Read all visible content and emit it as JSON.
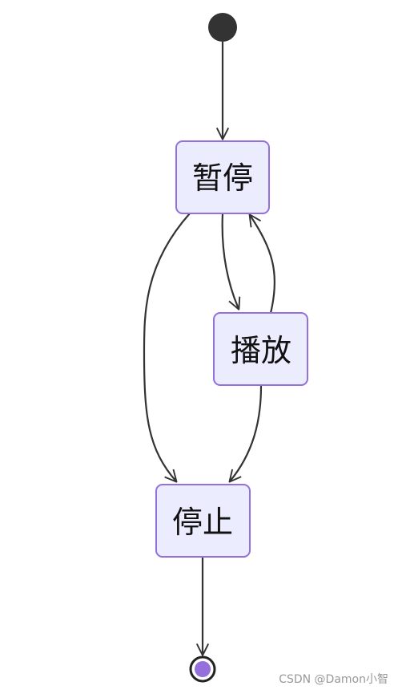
{
  "diagram": {
    "type": "state-diagram",
    "states": {
      "paused": "暂停",
      "playing": "播放",
      "stopped": "停止"
    },
    "transitions": [
      {
        "from": "start",
        "to": "paused"
      },
      {
        "from": "paused",
        "to": "playing"
      },
      {
        "from": "playing",
        "to": "paused"
      },
      {
        "from": "paused",
        "to": "stopped"
      },
      {
        "from": "playing",
        "to": "stopped"
      },
      {
        "from": "stopped",
        "to": "end"
      }
    ],
    "colors": {
      "state_fill": "#ECECFF",
      "state_border": "#9370DB",
      "edge": "#333333",
      "end_marker": "#9370DB"
    }
  },
  "watermark": "CSDN @Damon小智"
}
